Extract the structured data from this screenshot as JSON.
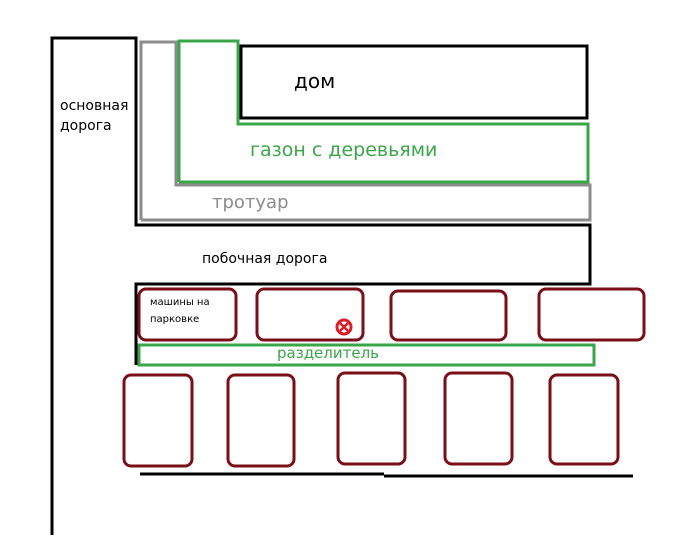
{
  "labels": {
    "main_road": "основная дорога",
    "house": "дом",
    "lawn": "газон с деревьями",
    "sidewalk": "тротуар",
    "side_road": "побочная дорога",
    "parked_cars": "машины на парковке",
    "divider": "разделитель"
  },
  "colors": {
    "road": "#000000",
    "sidewalk": "#8c8c8c",
    "lawn": "#3aa64a",
    "car": "#7a0f18",
    "marker": "#d91e2a"
  },
  "parking": {
    "top_row_count": 4,
    "bottom_row_count": 5
  },
  "icons": {
    "marker": "crossed-circle-icon"
  }
}
